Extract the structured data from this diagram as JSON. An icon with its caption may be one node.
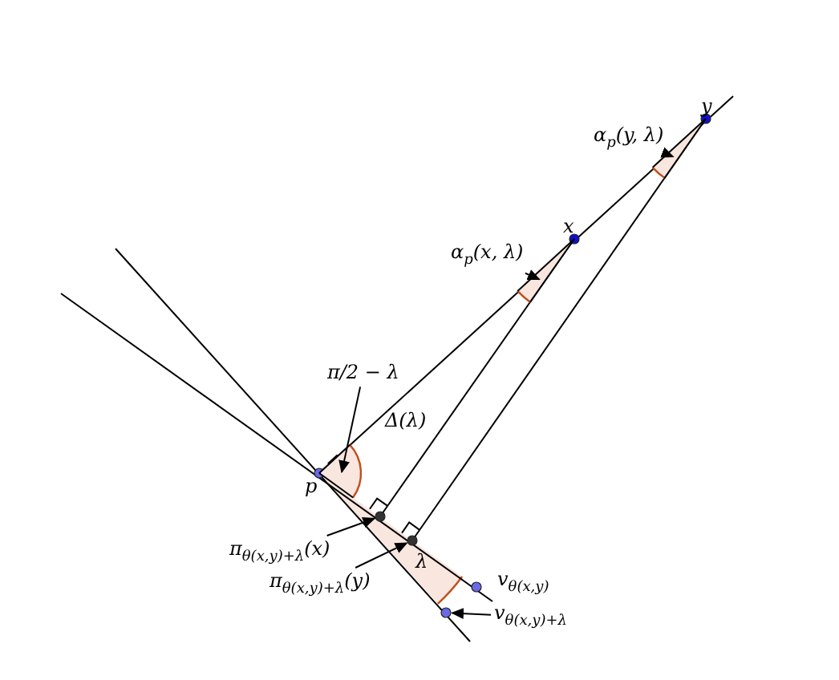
{
  "diagram": {
    "nodes": [
      {
        "text": [
          "π/2 − λ"
        ]
      },
      {
        "text": [],
        "shape": "wedge"
      },
      {
        "text": [
          "α$_{p}$(x, λ)"
        ]
      },
      {
        "text": [],
        "shape": "wedge"
      },
      {
        "text": [
          "α$_{p}$(y, λ)"
        ]
      },
      {
        "text": [],
        "shape": "wedge"
      },
      {
        "text": [
          "π$_{θ(x,y)+λ}$(x)"
        ]
      },
      {
        "text": [],
        "shape": "circle"
      },
      {
        "text": [
          "π$_{θ(x,y)+λ}$(y)"
        ]
      },
      {
        "text": [],
        "shape": "circle"
      },
      {
        "text": [
          "v$_{θ(x,y)+λ}$"
        ]
      },
      {
        "text": [],
        "shape": "circle"
      }
    ],
    "edges": [
      {
        "from": 0,
        "to": 1,
        "arrow": "to"
      },
      {
        "from": 2,
        "to": 3,
        "arrow": "to"
      },
      {
        "from": 4,
        "to": 5,
        "arrow": "to"
      },
      {
        "from": 6,
        "to": 7,
        "arrow": "to"
      },
      {
        "from": 8,
        "to": 9,
        "arrow": "to"
      },
      {
        "from": 10,
        "to": 11,
        "arrow": "to"
      }
    ],
    "labels": [
      "p",
      "x",
      "y",
      "Δ(λ)",
      "λ",
      "v$_{θ(x,y)}$"
    ]
  }
}
